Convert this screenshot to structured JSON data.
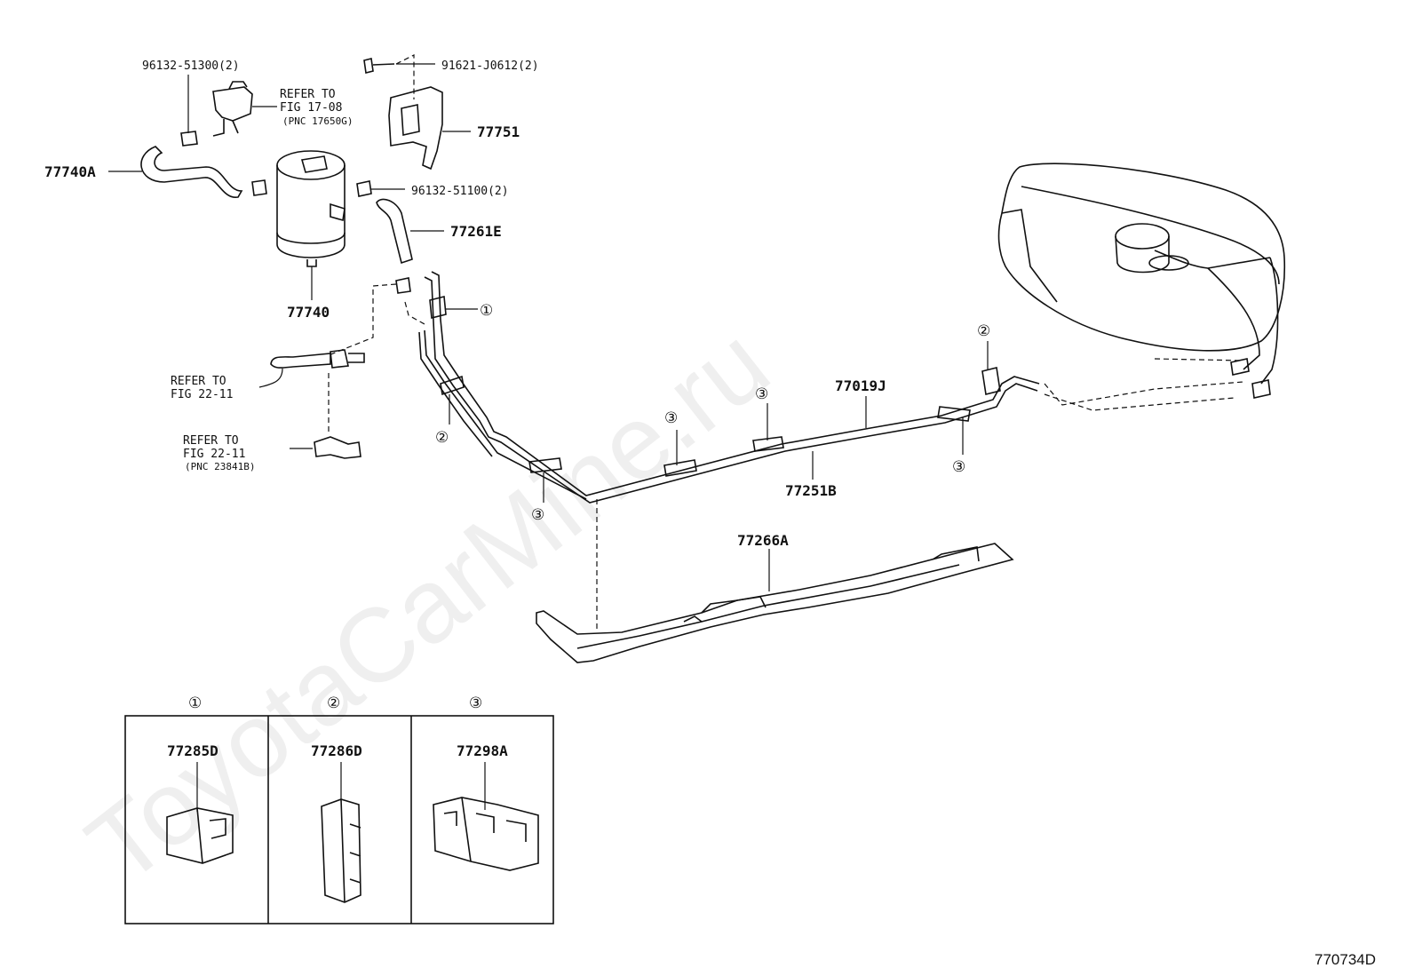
{
  "watermark": "ToyotaCarMine.ru",
  "figure_id": "770734D",
  "callouts": {
    "p96132_51300": "96132-51300(2)",
    "p91621_J0612": "91621-J0612(2)",
    "p77751": "77751",
    "p77740A": "77740A",
    "p96132_51100": "96132-51100(2)",
    "p77261E": "77261E",
    "p77740": "77740",
    "p77019J": "77019J",
    "p77251B": "77251B",
    "p77266A": "77266A"
  },
  "refs": {
    "ref1": [
      "REFER TO",
      "FIG 17-08",
      "(PNC 17650G)"
    ],
    "ref2": [
      "REFER TO",
      "FIG 22-11"
    ],
    "ref3": [
      "REFER TO",
      "FIG 22-11",
      "(PNC 23841B)"
    ]
  },
  "clamp_markers": {
    "one": "①",
    "two": "②",
    "three": "③"
  },
  "legend": {
    "cells": [
      {
        "marker": "①",
        "part": "77285D"
      },
      {
        "marker": "②",
        "part": "77286D"
      },
      {
        "marker": "③",
        "part": "77298A"
      }
    ]
  }
}
